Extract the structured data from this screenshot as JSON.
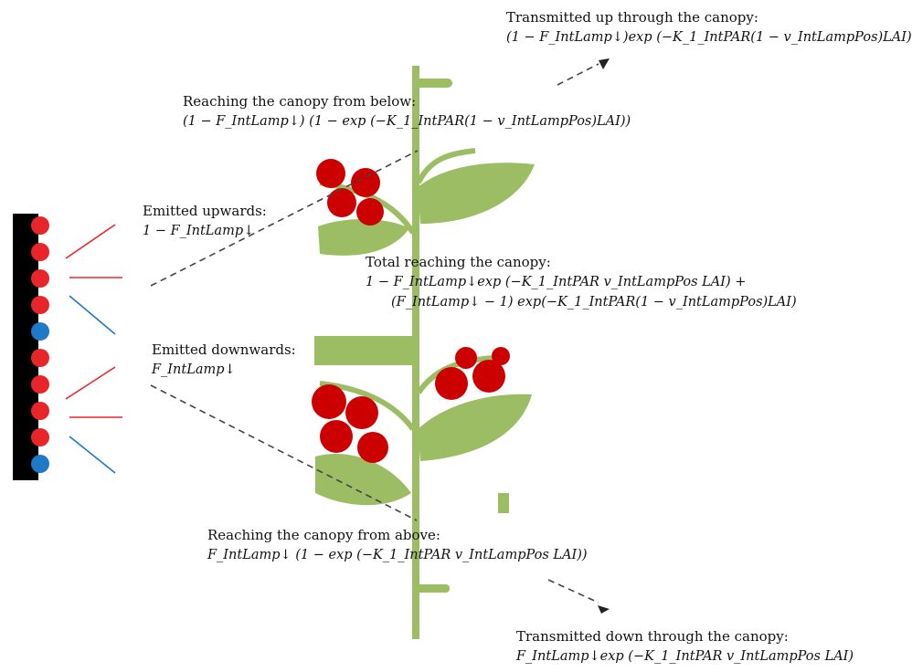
{
  "labels": {
    "transmitted_up": {
      "heading": "Transmitted up through the canopy:",
      "formula": "(1 − F_IntLamp↓)exp (−K_1_IntPAR(1 − v_IntLampPos)LAI)"
    },
    "reaching_below": {
      "heading": "Reaching the canopy from below:",
      "formula": "(1 − F_IntLamp↓) (1 − exp (−K_1_IntPAR(1 − v_IntLampPos)LAI))"
    },
    "emitted_up": {
      "heading": "Emitted upwards:",
      "formula": "1 − F_IntLamp↓"
    },
    "total_reaching": {
      "heading": "Total reaching the canopy:",
      "formula_line1": "1 − F_IntLamp↓exp (−K_1_IntPAR v_IntLampPos LAI) +",
      "formula_line2": "(F_IntLamp↓ − 1) exp(−K_1_IntPAR(1 − v_IntLampPos)LAI)"
    },
    "emitted_down": {
      "heading": "Emitted downwards:",
      "formula": "F_IntLamp↓"
    },
    "reaching_above": {
      "heading": "Reaching the canopy from above:",
      "formula": "F_IntLamp↓ (1 − exp (−K_1_IntPAR v_IntLampPos LAI))"
    },
    "transmitted_down": {
      "heading": "Transmitted down through the canopy:",
      "formula": "F_IntLamp↓exp (−K_1_IntPAR v_IntLampPos LAI)"
    }
  },
  "colors": {
    "leaf": "#9cbd63",
    "berry": "#cc0000",
    "red_light": "#e8262a",
    "blue_light": "#1f78c8",
    "lamp_bar": "#000000",
    "arrow": "#444444"
  }
}
